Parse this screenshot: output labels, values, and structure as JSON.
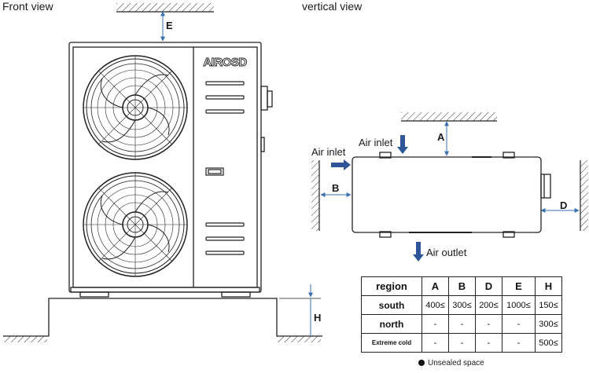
{
  "titles": {
    "front": "Front view",
    "vertical": "vertical view"
  },
  "brand": "AIROSD",
  "dimension_labels": {
    "A": "A",
    "B": "B",
    "D": "D",
    "E": "E",
    "H": "H"
  },
  "air_labels": {
    "inlet_side": "Air inlet",
    "inlet_top": "Air inlet",
    "outlet": "Air outlet"
  },
  "table": {
    "columns": [
      "region",
      "A",
      "B",
      "D",
      "E",
      "H"
    ],
    "rows": [
      {
        "region": "south",
        "A": "400≤",
        "B": "300≤",
        "D": "200≤",
        "E": "1000≤",
        "H": "150≤"
      },
      {
        "region": "north",
        "A": "-",
        "B": "-",
        "D": "-",
        "E": "-",
        "H": "300≤"
      },
      {
        "region": "Extreme cold",
        "A": "-",
        "B": "-",
        "D": "-",
        "E": "-",
        "H": "500≤"
      }
    ]
  },
  "legend": "Unsealed space",
  "colors": {
    "line": "#222222",
    "arrow_blue": "#2e5597",
    "dim_line": "#3a6fb0"
  }
}
